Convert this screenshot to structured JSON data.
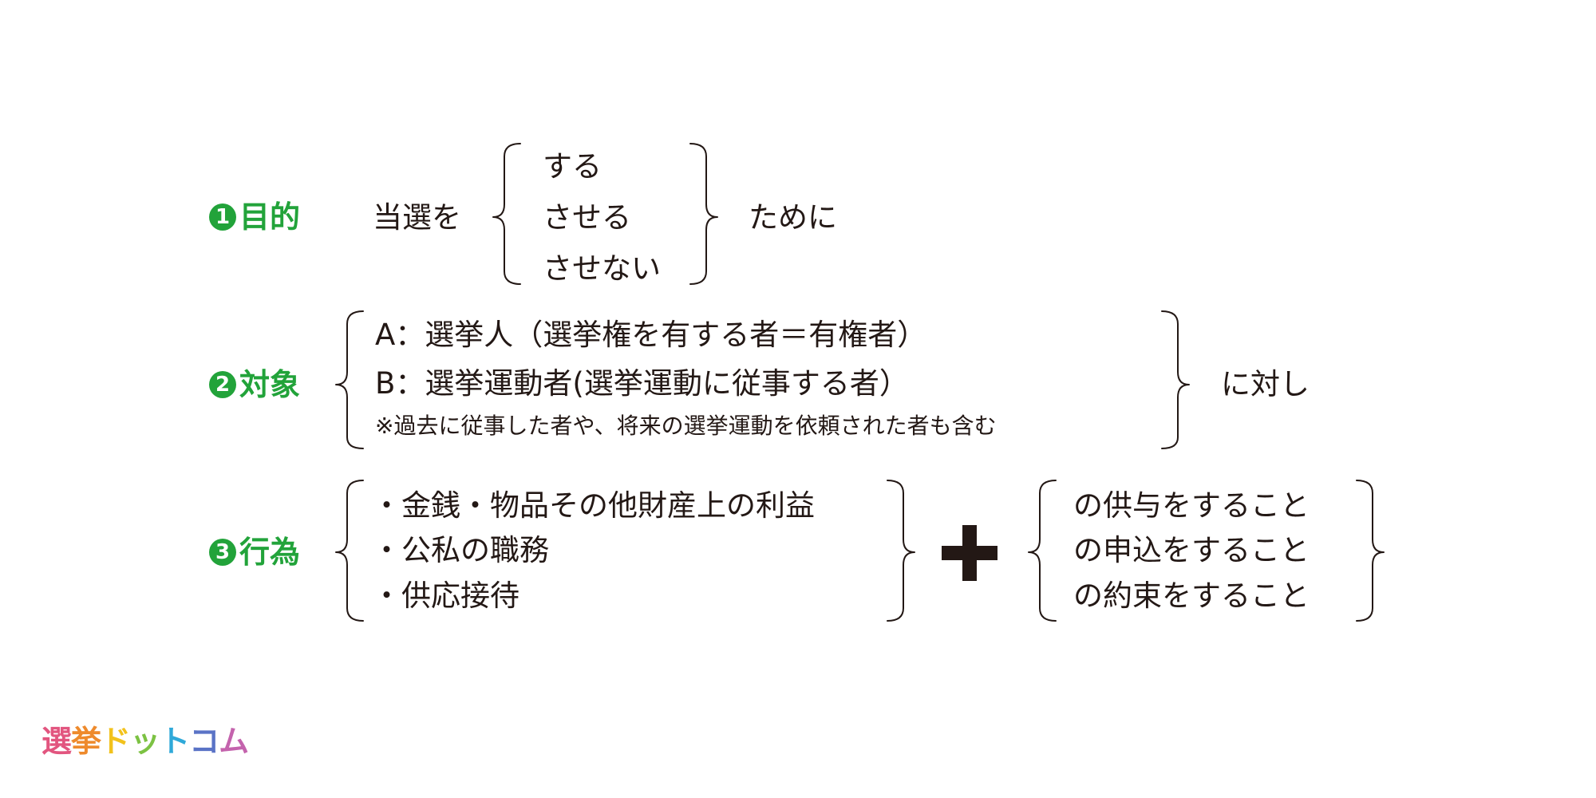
{
  "colors": {
    "accent": "#22a33a",
    "text": "#231815"
  },
  "rows": {
    "purpose": {
      "number": "1",
      "label": "目的",
      "prefix": "当選を",
      "options": [
        "する",
        "させる",
        "させない"
      ],
      "suffix": "ために"
    },
    "target": {
      "number": "2",
      "label": "対象",
      "options": [
        "A：選挙人（選挙権を有する者＝有権者）",
        "B：選挙運動者(選挙運動に従事する者）"
      ],
      "note": "※過去に従事した者や、将来の選挙運動を依頼された者も含む",
      "suffix": "に対し"
    },
    "act": {
      "number": "3",
      "label": "行為",
      "items": [
        "・金銭・物品その他財産上の利益",
        "・公私の職務",
        "・供応接待"
      ],
      "plus": "+",
      "actions": [
        "の供与をすること",
        "の申込をすること",
        "の約束をすること"
      ]
    }
  },
  "logo": {
    "chars": [
      "選",
      "挙",
      "ド",
      "ッ",
      "ト",
      "コ",
      "ム"
    ],
    "colors": [
      "#e2557f",
      "#ee8a2c",
      "#f2c21c",
      "#7cc243",
      "#2fa9d9",
      "#5a73c6",
      "#c463ad"
    ]
  }
}
